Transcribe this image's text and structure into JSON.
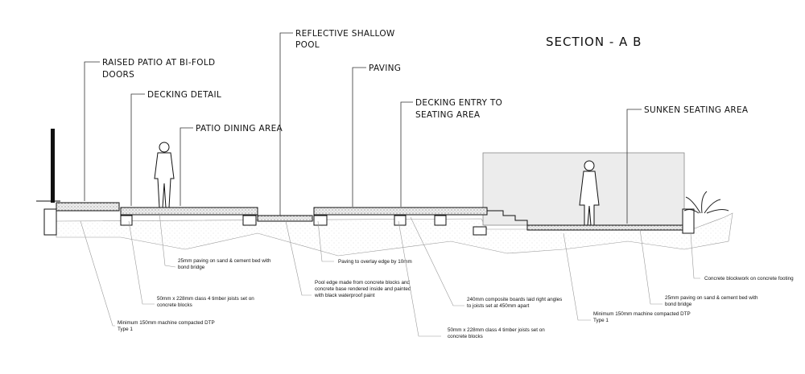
{
  "title": "SECTION - A B",
  "labels": {
    "raised_patio": [
      "RAISED PATIO AT BI-FOLD",
      "DOORS"
    ],
    "decking_detail": "DECKING DETAIL",
    "patio_dining": "PATIO DINING AREA",
    "pool": [
      "REFLECTIVE SHALLOW",
      "POOL"
    ],
    "paving": "PAVING",
    "decking_entry": [
      "DECKING ENTRY TO",
      "SEATING AREA"
    ],
    "sunken_seating": "SUNKEN SEATING AREA"
  },
  "notes": {
    "paving_25": [
      "25mm paving on sand & cement bed with",
      "bond bridge"
    ],
    "joists_1": [
      "50mm x 228mm class 4 timber joists set on",
      "concrete blocks"
    ],
    "dtp_1": [
      "Minimum 150mm machine compacted DTP",
      "Type 1"
    ],
    "overlay": "Paving to overlay edge by 10mm",
    "pool_edge": [
      "Pool edge made from concrete blocks and",
      "concrete base rendered inside and painted",
      "with black waterproof paint"
    ],
    "composite": [
      "240mm composite boards laid right angles",
      "to joists set at 450mm apart"
    ],
    "joists_2": [
      "50mm x 228mm class 4 timber joists set on",
      "concrete blocks"
    ],
    "dtp_2": [
      "Minimum 150mm machine compacted DTP",
      "Type 1"
    ],
    "paving_25b": [
      "25mm paving on sand & cement bed with",
      "bond bridge"
    ],
    "blockwork": "Concrete blockwork on concrete footing"
  }
}
